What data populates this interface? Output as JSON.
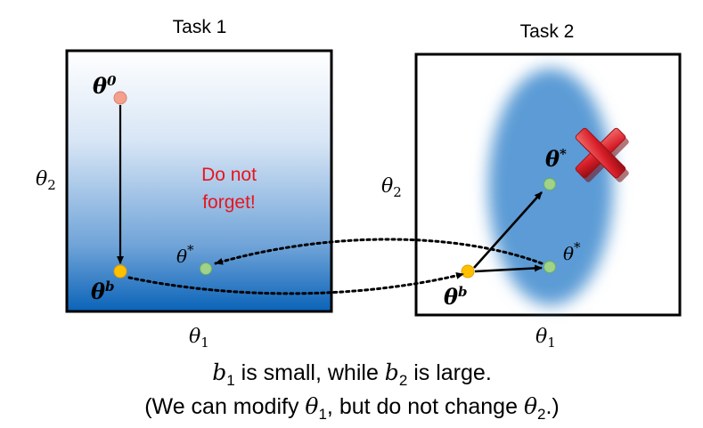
{
  "task1": {
    "title": "Task 1",
    "theta_symbol": "θ",
    "x_sub": "1",
    "y_sub": "2",
    "start_base": "θ",
    "start_sup": "0",
    "end_base": "θ",
    "end_sup": "b",
    "optimum_base": "θ",
    "optimum_sup": "*",
    "warning_line1": "Do not",
    "warning_line2": "forget!"
  },
  "task2": {
    "title": "Task 2",
    "theta_symbol": "θ",
    "x_sub": "1",
    "y_sub": "2",
    "start_base": "θ",
    "start_sup": "b",
    "optimum_top_base": "θ",
    "optimum_top_sup": "*",
    "optimum_right_base": "θ",
    "optimum_right_sup": "*"
  },
  "caption": {
    "line1_b": "b",
    "line1_b1_sub": "1",
    "line1_mid": " is small, while ",
    "line1_b2_sub": "2",
    "line1_end": " is large.",
    "line2_start": "(We can modify ",
    "line2_theta": "θ",
    "line2_sub1": "1",
    "line2_mid": ", but do not change ",
    "line2_sub2": "2",
    "line2_end": ".)"
  },
  "colors": {
    "start_point": "#f4a08c",
    "b_point": "#ffc000",
    "optimum_point": "#9fd38a",
    "ellipse": "#5b9bd5",
    "gradient_top": "#ffffff",
    "gradient_bottom": "#0a63b8",
    "warning_text": "#e8141c",
    "cross": "#d81e28"
  },
  "icons": {
    "cross": "cross-icon"
  }
}
